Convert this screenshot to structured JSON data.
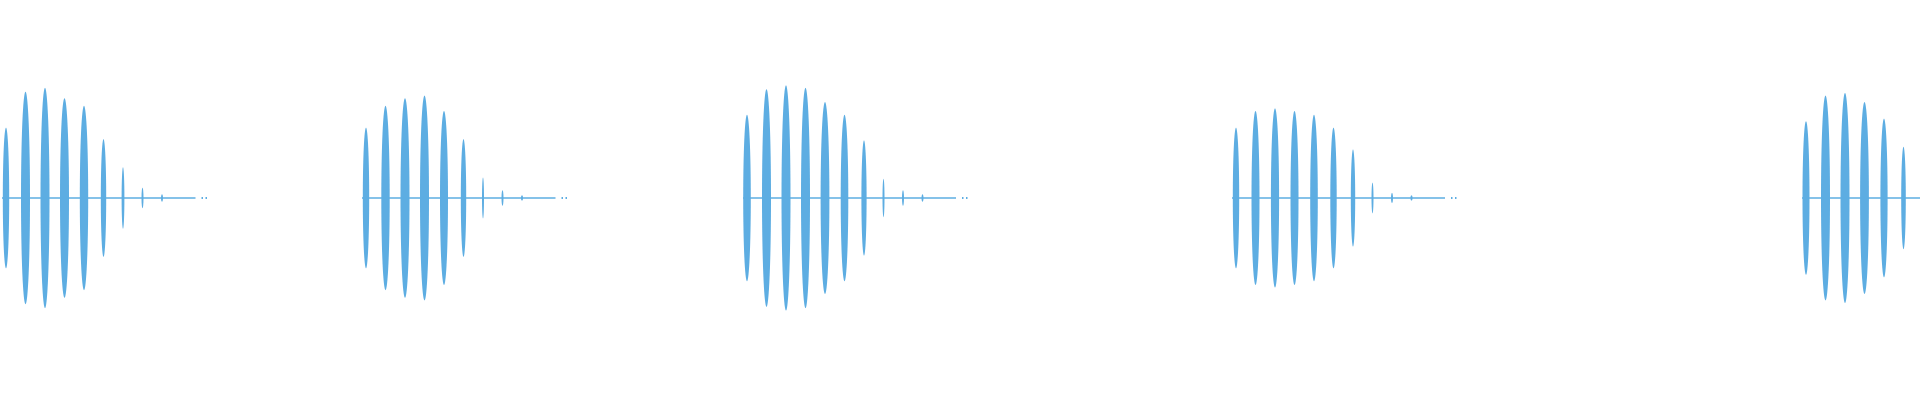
{
  "waveform": {
    "color": "#5dade2",
    "background": "#ffffff",
    "bursts": [
      {
        "id": "burst-1",
        "lobes": [
          0.55,
          0.83,
          0.86,
          0.78,
          0.72,
          0.46,
          0.24,
          0.08,
          0.03
        ]
      },
      {
        "id": "burst-2",
        "lobes": [
          0.55,
          0.72,
          0.78,
          0.8,
          0.68,
          0.46,
          0.16,
          0.06,
          0.02
        ]
      },
      {
        "id": "burst-3",
        "lobes": [
          0.65,
          0.85,
          0.88,
          0.86,
          0.75,
          0.65,
          0.45,
          0.15,
          0.06,
          0.03
        ]
      },
      {
        "id": "burst-4",
        "lobes": [
          0.55,
          0.68,
          0.7,
          0.68,
          0.65,
          0.55,
          0.38,
          0.12,
          0.04,
          0.02
        ]
      },
      {
        "id": "burst-5",
        "lobes": [
          0.6,
          0.8,
          0.82,
          0.75,
          0.62,
          0.4
        ]
      }
    ]
  }
}
